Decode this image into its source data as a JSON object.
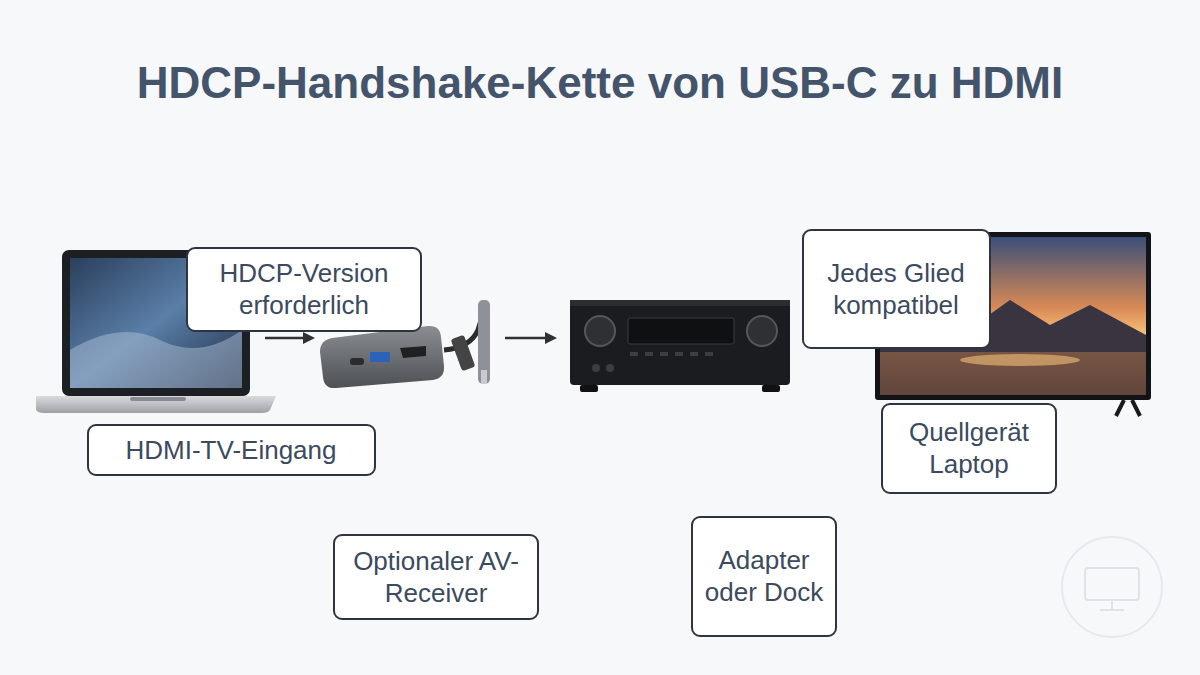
{
  "diagram": {
    "title": "HDCP-Handshake-Kette von USB-C zu HDMI",
    "nodes": [
      {
        "text": [
          "HDCP-Version erforderlich"
        ]
      },
      {
        "text": [
          "Jedes Glied kompatibel"
        ]
      },
      {
        "text": [
          "HDMI-TV-Eingang"
        ]
      },
      {
        "text": [
          "Quellgerät Laptop"
        ]
      },
      {
        "text": [
          "Optionaler AV-Receiver"
        ]
      },
      {
        "text": [
          "Adapter oder Dock"
        ]
      }
    ]
  }
}
